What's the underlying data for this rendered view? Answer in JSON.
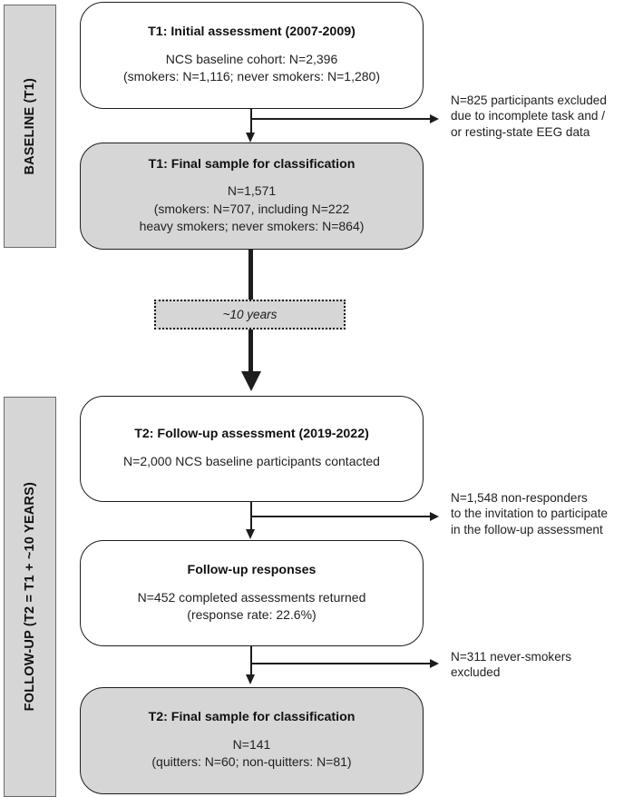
{
  "figure": {
    "type": "flowchart",
    "title": "Study participant flow diagram (CONSORT-style)"
  },
  "phases": [
    {
      "id": "baseline",
      "label": "BASELINE (T1)"
    },
    {
      "id": "followup",
      "label": "FOLLOW-UP (T2 = T1 + ~10 YEARS)"
    }
  ],
  "interval": {
    "label": "~10 years"
  },
  "boxes": [
    {
      "id": "t1-initial",
      "title": "T1: Initial assessment (2007-2009)",
      "body": "NCS baseline cohort: N=2,396\n(smokers: N=1,116; never smokers: N=1,280)",
      "shaded": false
    },
    {
      "id": "t1-final",
      "title": "T1: Final sample for classification",
      "body": "N=1,571\n(smokers: N=707, including N=222\nheavy smokers; never smokers: N=864)",
      "shaded": true
    },
    {
      "id": "t2-followup",
      "title": "T2: Follow-up assessment (2019-2022)",
      "body": "N=2,000 NCS baseline participants contacted",
      "shaded": false
    },
    {
      "id": "followup-responses",
      "title": "Follow-up responses",
      "body": "N=452 completed assessments returned\n(response rate: 22.6%)",
      "shaded": false
    },
    {
      "id": "t2-final",
      "title": "T2: Final sample for classification",
      "body": "N=141\n(quitters: N=60; non-quitters: N=81)",
      "shaded": true
    }
  ],
  "exclusions": [
    {
      "id": "excluded-t1",
      "text": "N=825 participants excluded\ndue to incomplete task and /\nor resting-state EEG data"
    },
    {
      "id": "non-responders",
      "text": "N=1,548 non-responders\nto the invitation to participate\nin the follow-up assessment"
    },
    {
      "id": "never-smokers-excluded",
      "text": "N=311 never-smokers\nexcluded"
    }
  ],
  "colors": {
    "shaded_fill": "#d6d6d6",
    "box_stroke": "#1d1d1d",
    "phase_bar_fill": "#d6d6d6",
    "phase_bar_stroke": "#6a6a6a",
    "text": "#1a1a1a",
    "background": "#ffffff"
  }
}
